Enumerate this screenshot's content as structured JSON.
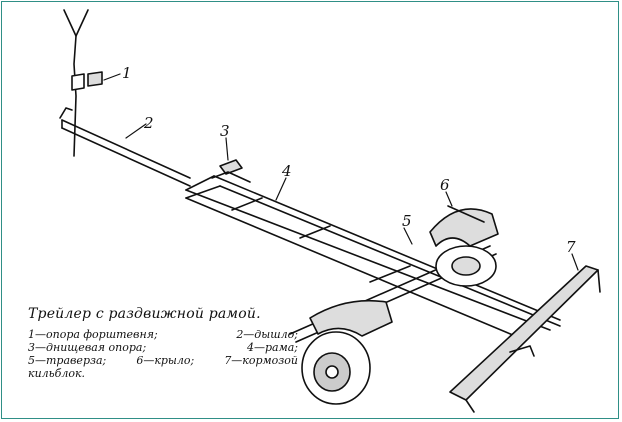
{
  "diagram": {
    "title": "Трейлер с раздвижной рамой.",
    "legend_lines": [
      [
        "1—опора форштевня;",
        "2—дышло;"
      ],
      [
        "3—днищевая опора;",
        "4—рама;"
      ],
      [
        "5—траверза;",
        "6—крыло;",
        "7—кормозой"
      ],
      [
        "кильблок."
      ]
    ],
    "callouts": [
      "1",
      "2",
      "3",
      "4",
      "5",
      "6",
      "7"
    ]
  },
  "colors": {
    "ink": "#111111",
    "border": "#2f8f86",
    "paper": "#ffffff"
  }
}
